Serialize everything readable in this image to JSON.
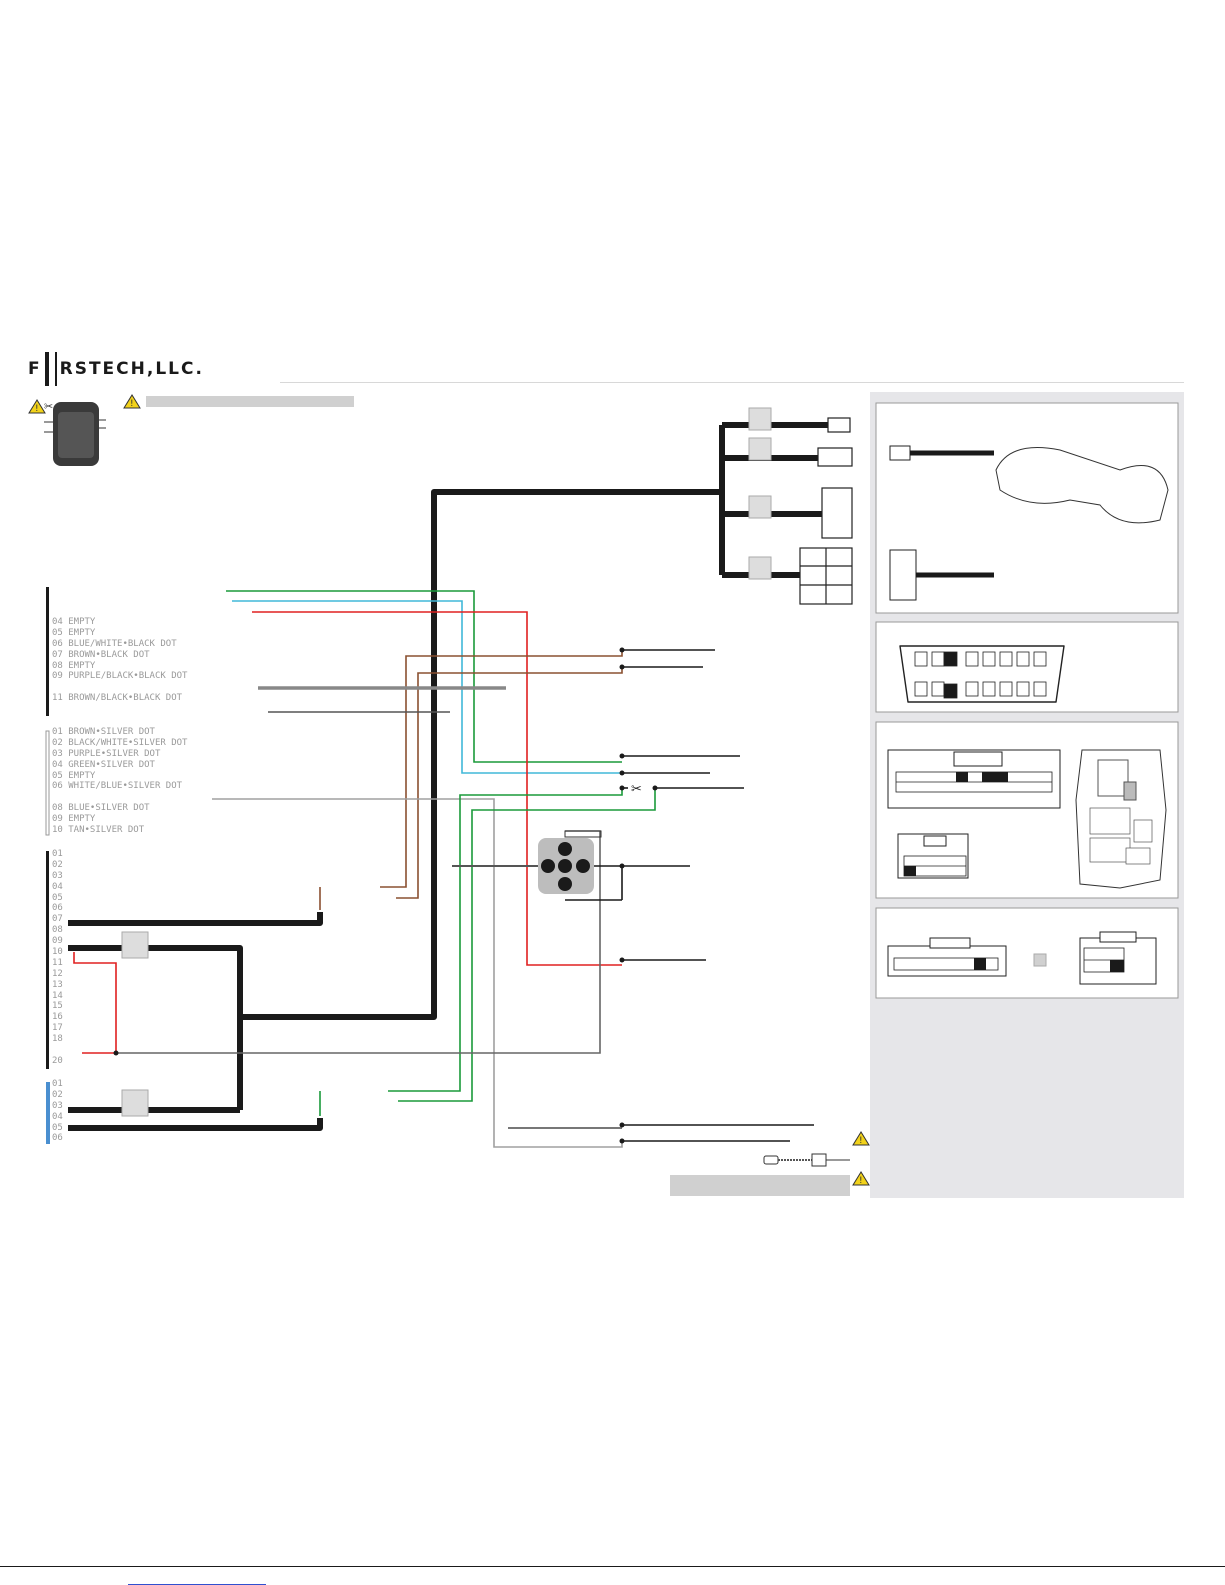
{
  "brand": {
    "logo_text": "RSTECH,LLC."
  },
  "connector_a": {
    "items": [
      "04 EMPTY",
      "05 EMPTY",
      "06 BLUE/WHITE•BLACK DOT",
      "07 BROWN•BLACK DOT",
      "08 EMPTY",
      "09 PURPLE/BLACK•BLACK DOT",
      "",
      "11 BROWN/BLACK•BLACK DOT"
    ]
  },
  "connector_b": {
    "items": [
      "01 BROWN•SILVER DOT",
      "02 BLACK/WHITE•SILVER DOT",
      "03 PURPLE•SILVER DOT",
      "04 GREEN•SILVER DOT",
      "05 EMPTY",
      "06 WHITE/BLUE•SILVER DOT",
      "",
      "08 BLUE•SILVER DOT",
      "09 EMPTY",
      "10 TAN•SILVER DOT"
    ]
  },
  "connector_c": {
    "items": [
      "01",
      "02",
      "03",
      "04",
      "05",
      "06",
      "07",
      "08",
      "09",
      "10",
      "11",
      "12",
      "13",
      "14",
      "15",
      "16",
      "17",
      "18",
      "",
      "20"
    ]
  },
  "connector_d": {
    "items": [
      "01",
      "02",
      "03",
      "04",
      "05",
      "06"
    ]
  },
  "colors": {
    "harness": "#1a1a1a",
    "green": "#1a9a3a",
    "teal": "#2ab0a0",
    "cyan": "#40b8d8",
    "red": "#e02020",
    "brown": "#8a5030",
    "gray": "#a0a0a0",
    "warning": "#f2d21a",
    "panel": "#e6e6e9",
    "connector_d_bar": "#4a8fd0"
  },
  "icons": [
    "warning-icon",
    "scissors-icon",
    "module-icon",
    "key-icon",
    "obd-port-icon",
    "fuse-box-icon"
  ]
}
